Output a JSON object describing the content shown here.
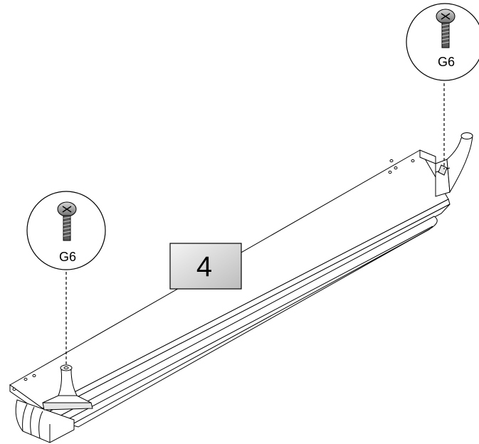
{
  "step": {
    "number": "4"
  },
  "callouts": [
    {
      "id": "left",
      "part_code": "G6",
      "icon": "screw-icon"
    },
    {
      "id": "right",
      "part_code": "G6",
      "icon": "screw-icon"
    }
  ],
  "colors": {
    "line": "#000000",
    "step_box_fill": "#d8d8d8",
    "screw_head": "#9a9a9a",
    "screw_shank": "#5a5a5a",
    "foot_shade": "#e6e6e6"
  }
}
